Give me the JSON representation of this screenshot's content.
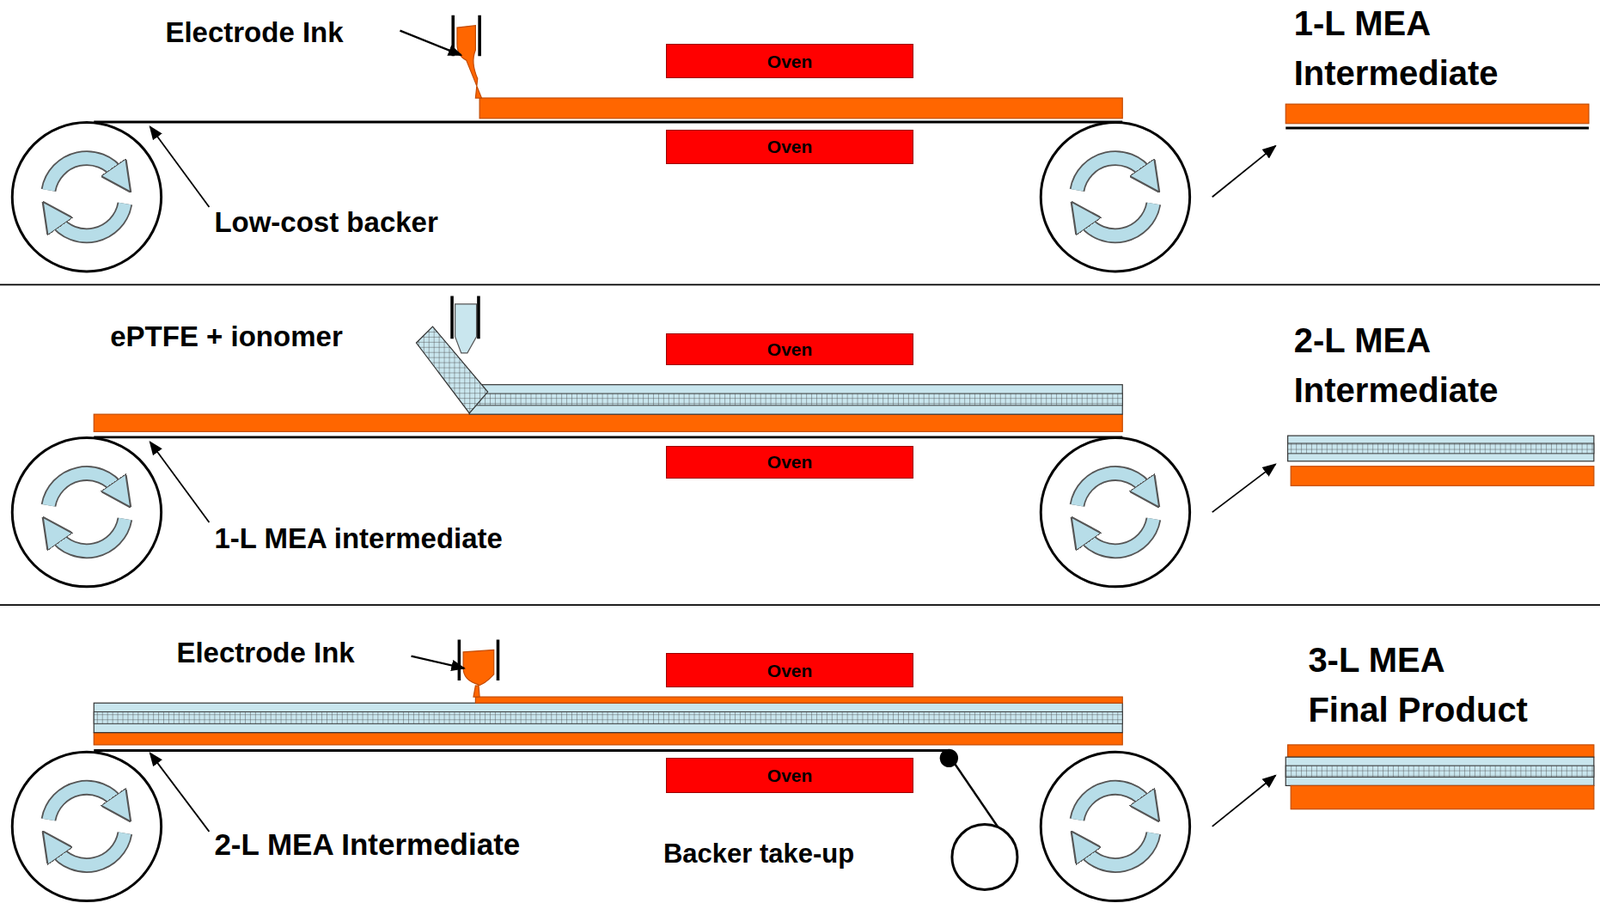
{
  "diagram": {
    "nodes": [
      {
        "text": [
          "Oven"
        ]
      },
      {
        "text": [
          "Oven"
        ]
      },
      {
        "text": [
          "Oven"
        ]
      },
      {
        "text": [
          "Oven"
        ]
      },
      {
        "text": [
          "Oven"
        ]
      },
      {
        "text": [
          "Oven"
        ]
      }
    ],
    "labels": [
      "Electrode Ink",
      "1-L MEA Intermediate",
      "Low-cost backer",
      "ePTFE + ionomer",
      "2-L MEA Intermediate",
      "1-L MEA intermediate",
      "Electrode Ink",
      "3-L MEA Final Product",
      "2-L MEA Intermediate",
      "Backer take-up"
    ]
  }
}
